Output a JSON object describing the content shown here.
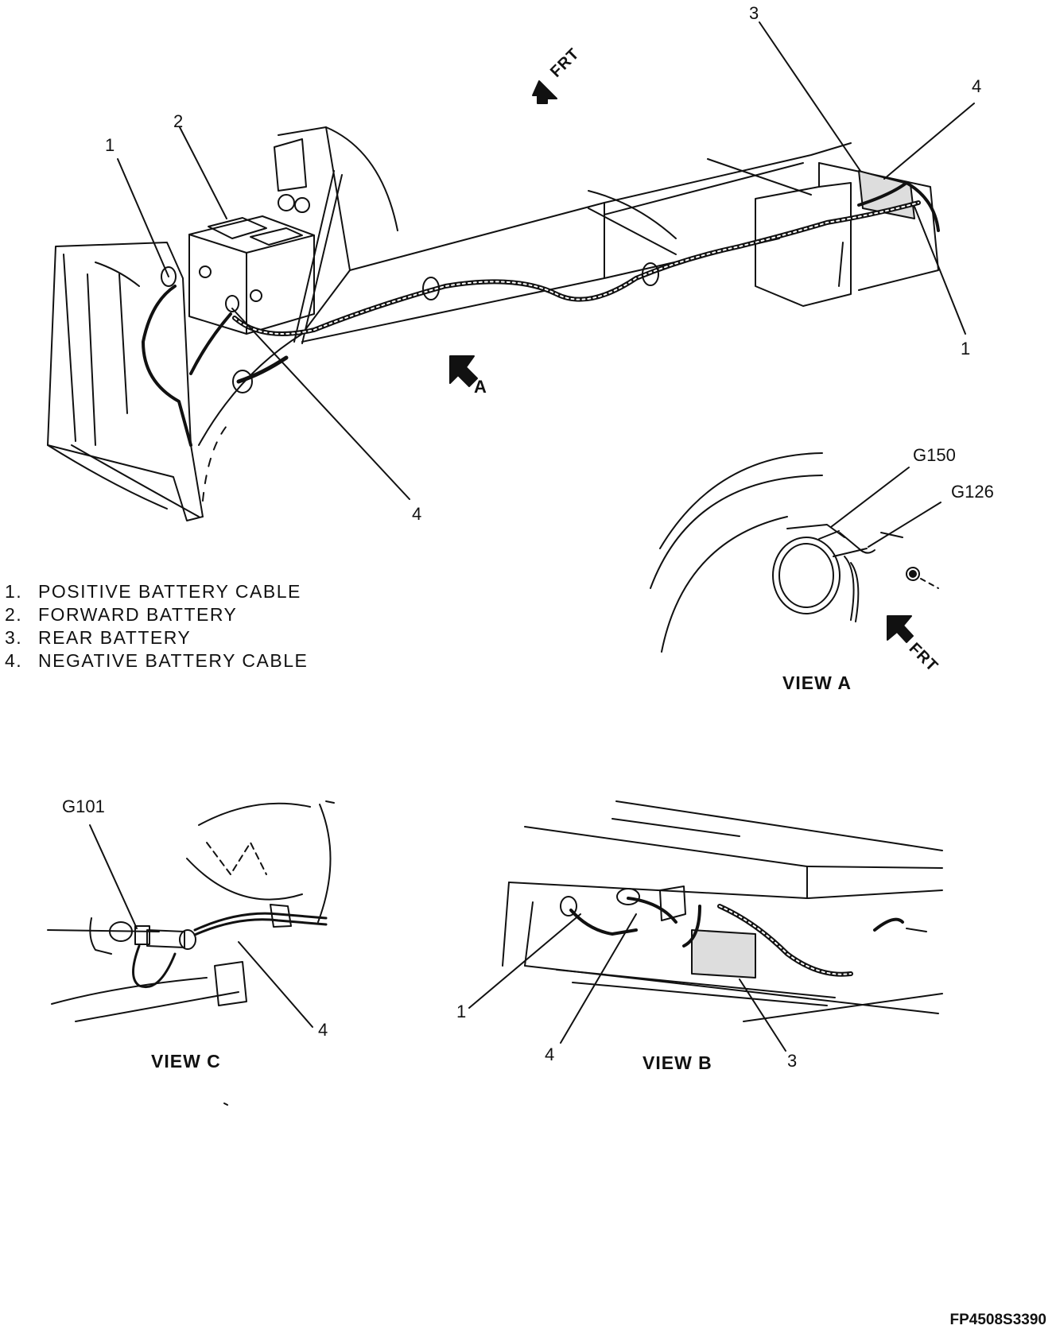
{
  "main_view": {
    "callouts": {
      "c1_left": "1",
      "c2": "2",
      "c3": "3",
      "c4_top": "4",
      "c4_bottom": "4",
      "c1_right": "1"
    },
    "frt_arrow": "FRT",
    "view_a_arrow": "A"
  },
  "legend": [
    {
      "num": "1.",
      "text": "POSITIVE BATTERY CABLE"
    },
    {
      "num": "2.",
      "text": "FORWARD BATTERY"
    },
    {
      "num": "3.",
      "text": "REAR BATTERY"
    },
    {
      "num": "4.",
      "text": "NEGATIVE BATTERY CABLE"
    }
  ],
  "view_a": {
    "title": "VIEW  A",
    "g150": "G150",
    "g126": "G126",
    "frt": "FRT"
  },
  "view_c": {
    "title": "VIEW  C",
    "g101": "G101",
    "c4": "4"
  },
  "view_b": {
    "title": "VIEW  B",
    "c1": "1",
    "c4": "4",
    "c3": "3"
  },
  "figure_id": "FP4508S3390"
}
